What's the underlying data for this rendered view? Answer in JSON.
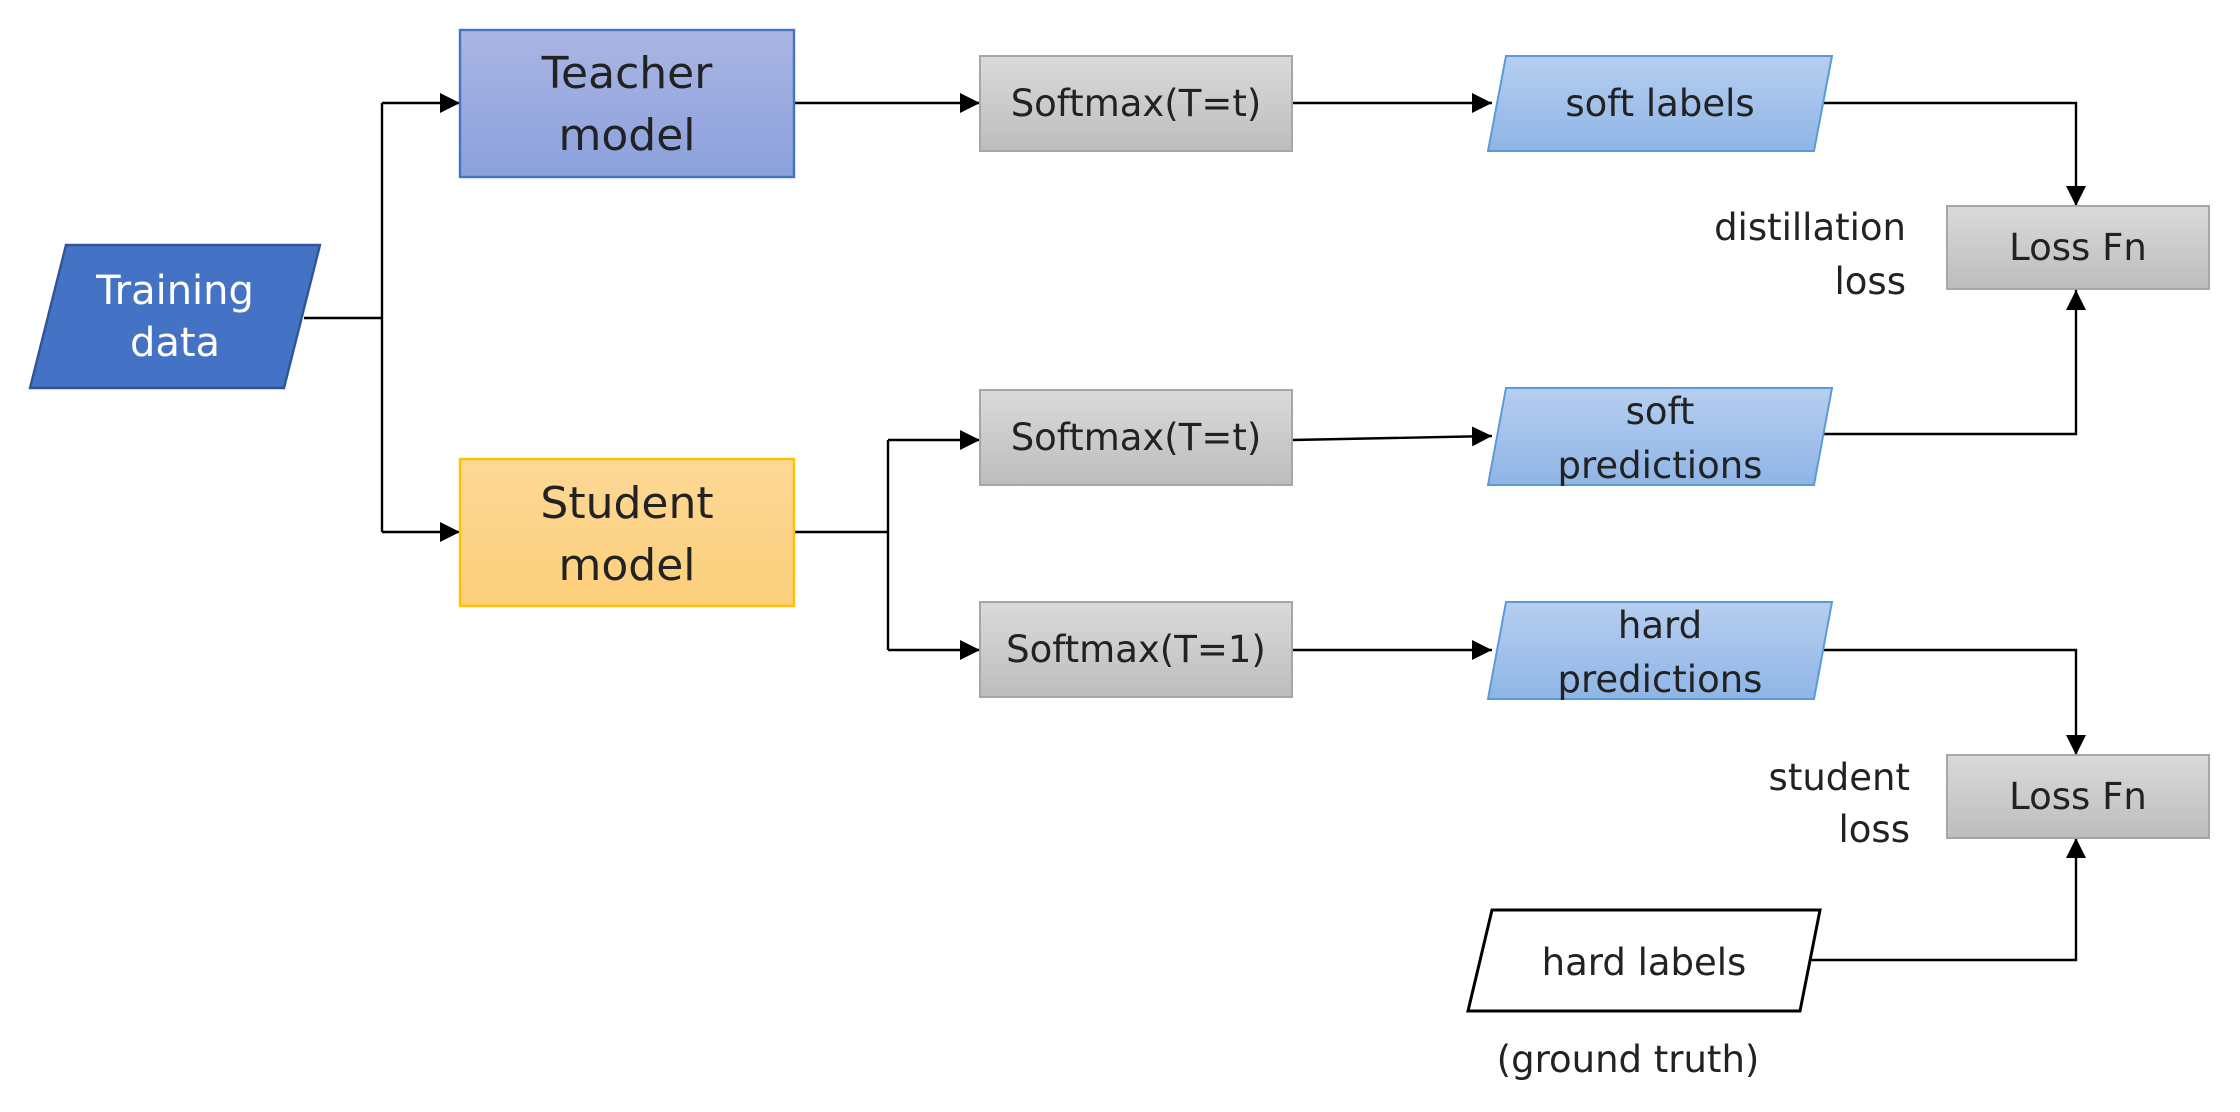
{
  "nodes": {
    "training_data": {
      "line1": "Training",
      "line2": "data"
    },
    "teacher": {
      "line1": "Teacher",
      "line2": "model"
    },
    "student": {
      "line1": "Student",
      "line2": "model"
    },
    "softmax_teacher": {
      "label": "Softmax(T=t)"
    },
    "softmax_student_soft": {
      "label": "Softmax(T=t)"
    },
    "softmax_student_hard": {
      "label": "Softmax(T=1)"
    },
    "soft_labels": {
      "label": "soft labels"
    },
    "soft_predictions": {
      "line1": "soft",
      "line2": "predictions"
    },
    "hard_predictions": {
      "line1": "hard",
      "line2": "predictions"
    },
    "hard_labels": {
      "label": "hard labels",
      "caption": "(ground truth)"
    },
    "loss_distill": {
      "label": "Loss Fn"
    },
    "loss_student": {
      "label": "Loss Fn"
    }
  },
  "annotations": {
    "distillation_loss": {
      "line1": "distillation",
      "line2": "loss"
    },
    "student_loss": {
      "line1": "student",
      "line2": "loss"
    }
  },
  "colors": {
    "training_fill": "#4472c4",
    "teacher_fill_top": "#aab6e3",
    "teacher_fill_bottom": "#8ba0dc",
    "student_fill_top": "#fdd896",
    "student_fill_bottom": "#fccf7a",
    "softmax_fill_top": "#d9d9d9",
    "softmax_fill_bottom": "#bdbdbd",
    "io_fill_top": "#b4cdee",
    "io_fill_bottom": "#8fb6e6",
    "line": "#000000",
    "text": "#222222"
  }
}
